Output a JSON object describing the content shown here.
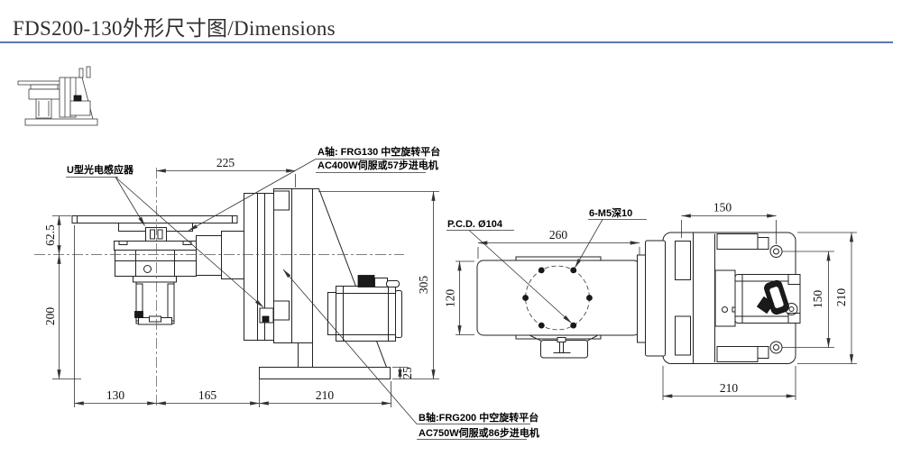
{
  "title": "FDS200-130外形尺寸图/Dimensions",
  "accent_color": "#5b79b2",
  "views": {
    "front": {
      "dims": {
        "top_span": "225",
        "upper_height": "62.5",
        "lower_height": "200",
        "base_a": "130",
        "base_b": "165",
        "base_c": "210",
        "total_height": "305",
        "base_plate": "25"
      }
    },
    "top": {
      "dims": {
        "length": "260",
        "width": "120"
      },
      "labels": {
        "pcd": "P.C.D. Ø104",
        "holes": "6-M5深10"
      }
    },
    "side": {
      "dims": {
        "hole_offset": "150",
        "hole_spacing": "150",
        "plate_height": "210",
        "plate_width": "210"
      }
    }
  },
  "callouts": {
    "u_sensor": "U型光电感应器",
    "axis_a_line1": "A轴: FRG130 中空旋转平台",
    "axis_a_line2": "AC400W伺服或57步进电机",
    "axis_b_line1": "B轴:FRG200 中空旋转平台",
    "axis_b_line2": "AC750W伺服或86步进电机"
  }
}
